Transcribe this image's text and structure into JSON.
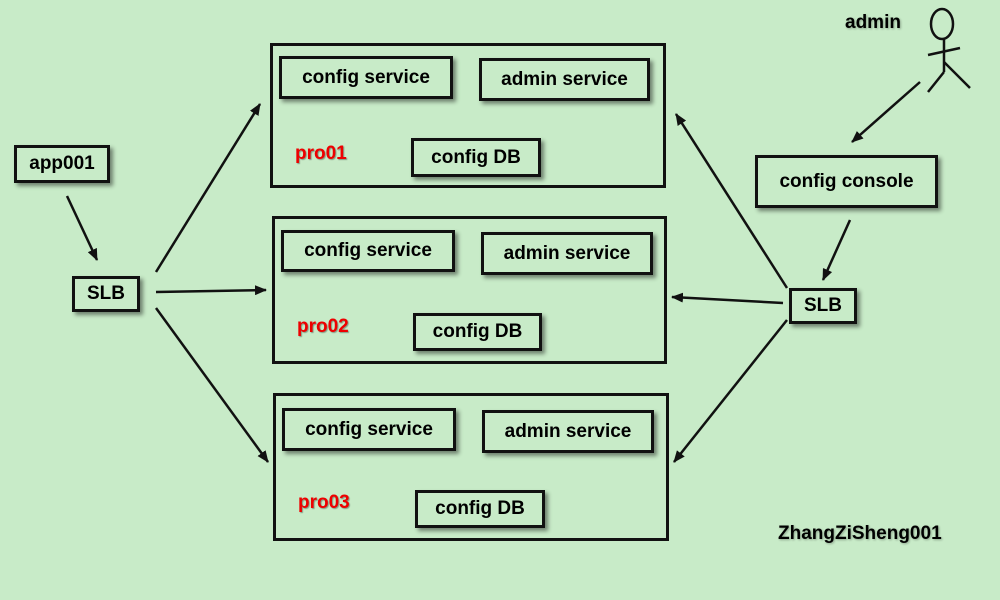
{
  "nodes": {
    "app": "app001",
    "slb_left": "SLB",
    "slb_right": "SLB",
    "config_console": "config console",
    "admin": "admin"
  },
  "envs": [
    {
      "label": "pro01",
      "config_service": "config service",
      "admin_service": "admin service",
      "config_db": "config DB"
    },
    {
      "label": "pro02",
      "config_service": "config service",
      "admin_service": "admin service",
      "config_db": "config DB"
    },
    {
      "label": "pro03",
      "config_service": "config service",
      "admin_service": "admin service",
      "config_db": "config DB"
    }
  ],
  "watermark": "ZhangZiSheng001",
  "colors": {
    "background": "#c8ebc8",
    "border": "#111111",
    "env_label": "#ee0000"
  }
}
